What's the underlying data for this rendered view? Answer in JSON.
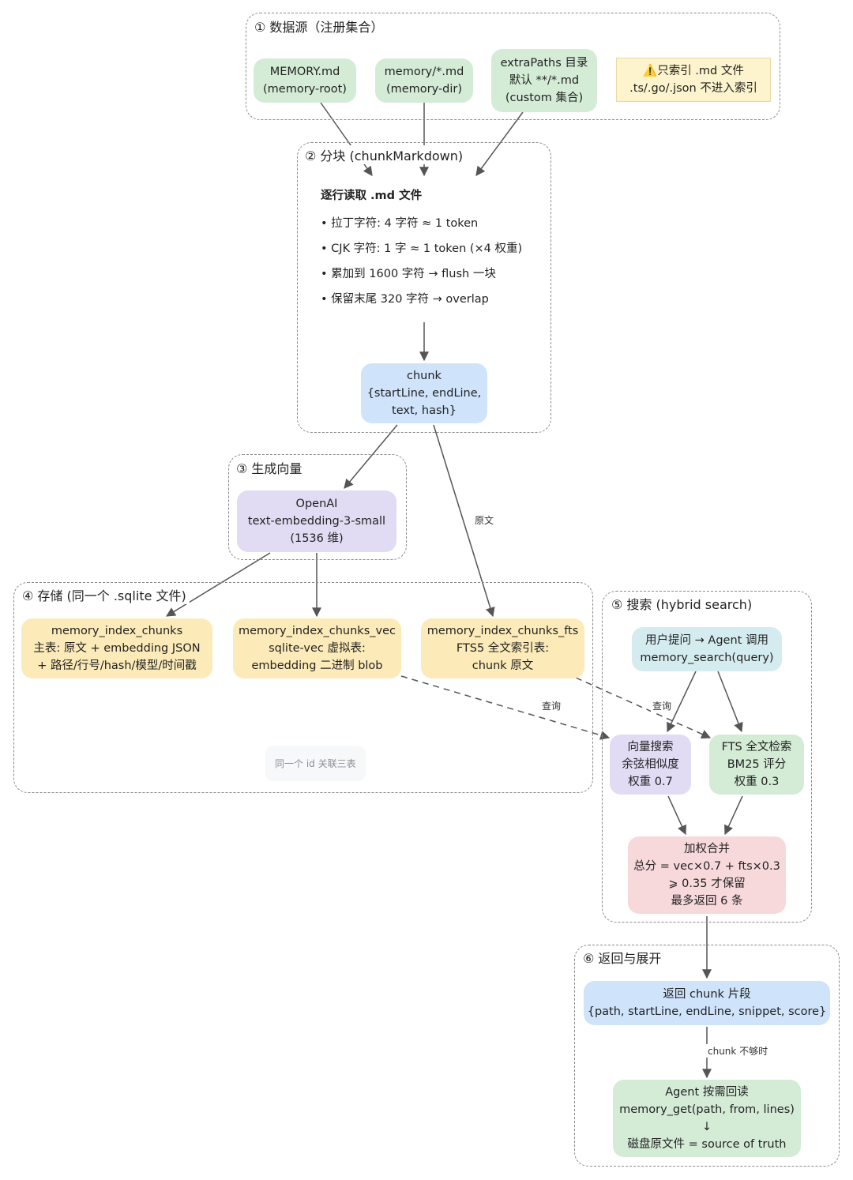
{
  "groups": {
    "g1": "① 数据源（注册集合）",
    "g2": "② 分块 (chunkMarkdown)",
    "g3": "③ 生成向量",
    "g4": "④ 存储 (同一个 .sqlite 文件)",
    "g5": "⑤ 搜索 (hybrid search)",
    "g6": "⑥ 返回与展开"
  },
  "sources": {
    "memory_root": [
      "MEMORY.md",
      "(memory-root)"
    ],
    "memory_dir": [
      "memory/*.md",
      "(memory-dir)"
    ],
    "extra": [
      "extraPaths 目录",
      "默认 **/*.md",
      "(custom 集合)"
    ],
    "note": [
      "⚠️只索引 .md 文件",
      ".ts/.go/.json 不进入索引"
    ]
  },
  "chunking": {
    "title": "逐行读取 .md 文件",
    "items": [
      "• 拉丁字符: 4 字符 ≈ 1 token",
      "• CJK 字符: 1 字 ≈ 1 token (×4 权重)",
      "• 累加到 1600 字符 → flush 一块",
      "• 保留末尾 320 字符 → overlap"
    ],
    "chunk": [
      "chunk",
      "{startLine, endLine,",
      "text, hash}"
    ]
  },
  "embedding": [
    "OpenAI",
    "text-embedding-3-small",
    "(1536 维)"
  ],
  "storage": {
    "chunks": [
      "memory_index_chunks",
      "主表: 原文 + embedding JSON",
      "+ 路径/行号/hash/模型/时间戳"
    ],
    "vec": [
      "memory_index_chunks_vec",
      "sqlite-vec 虚拟表:",
      "embedding 二进制 blob"
    ],
    "fts": [
      "memory_index_chunks_fts",
      "FTS5 全文索引表:",
      "chunk 原文"
    ],
    "note": "同一个 id 关联三表"
  },
  "search": {
    "query": [
      "用户提问 → Agent 调用",
      "memory_search(query)"
    ],
    "vector": [
      "向量搜索",
      "余弦相似度",
      "权重 0.7"
    ],
    "fts": [
      "FTS 全文检索",
      "BM25 评分",
      "权重 0.3"
    ],
    "merge": [
      "加权合并",
      "总分 = vec×0.7 + fts×0.3",
      "⩾ 0.35 才保留",
      "最多返回 6 条"
    ]
  },
  "result": {
    "return": [
      "返回 chunk 片段",
      "{path, startLine, endLine, snippet, score}"
    ],
    "agent": [
      "Agent 按需回读",
      "memory_get(path, from, lines)",
      "↓",
      "磁盘原文件 = source of truth"
    ]
  },
  "edge_labels": {
    "raw": "原文",
    "query1": "查询",
    "query2": "查询",
    "not_enough": "chunk 不够时"
  }
}
